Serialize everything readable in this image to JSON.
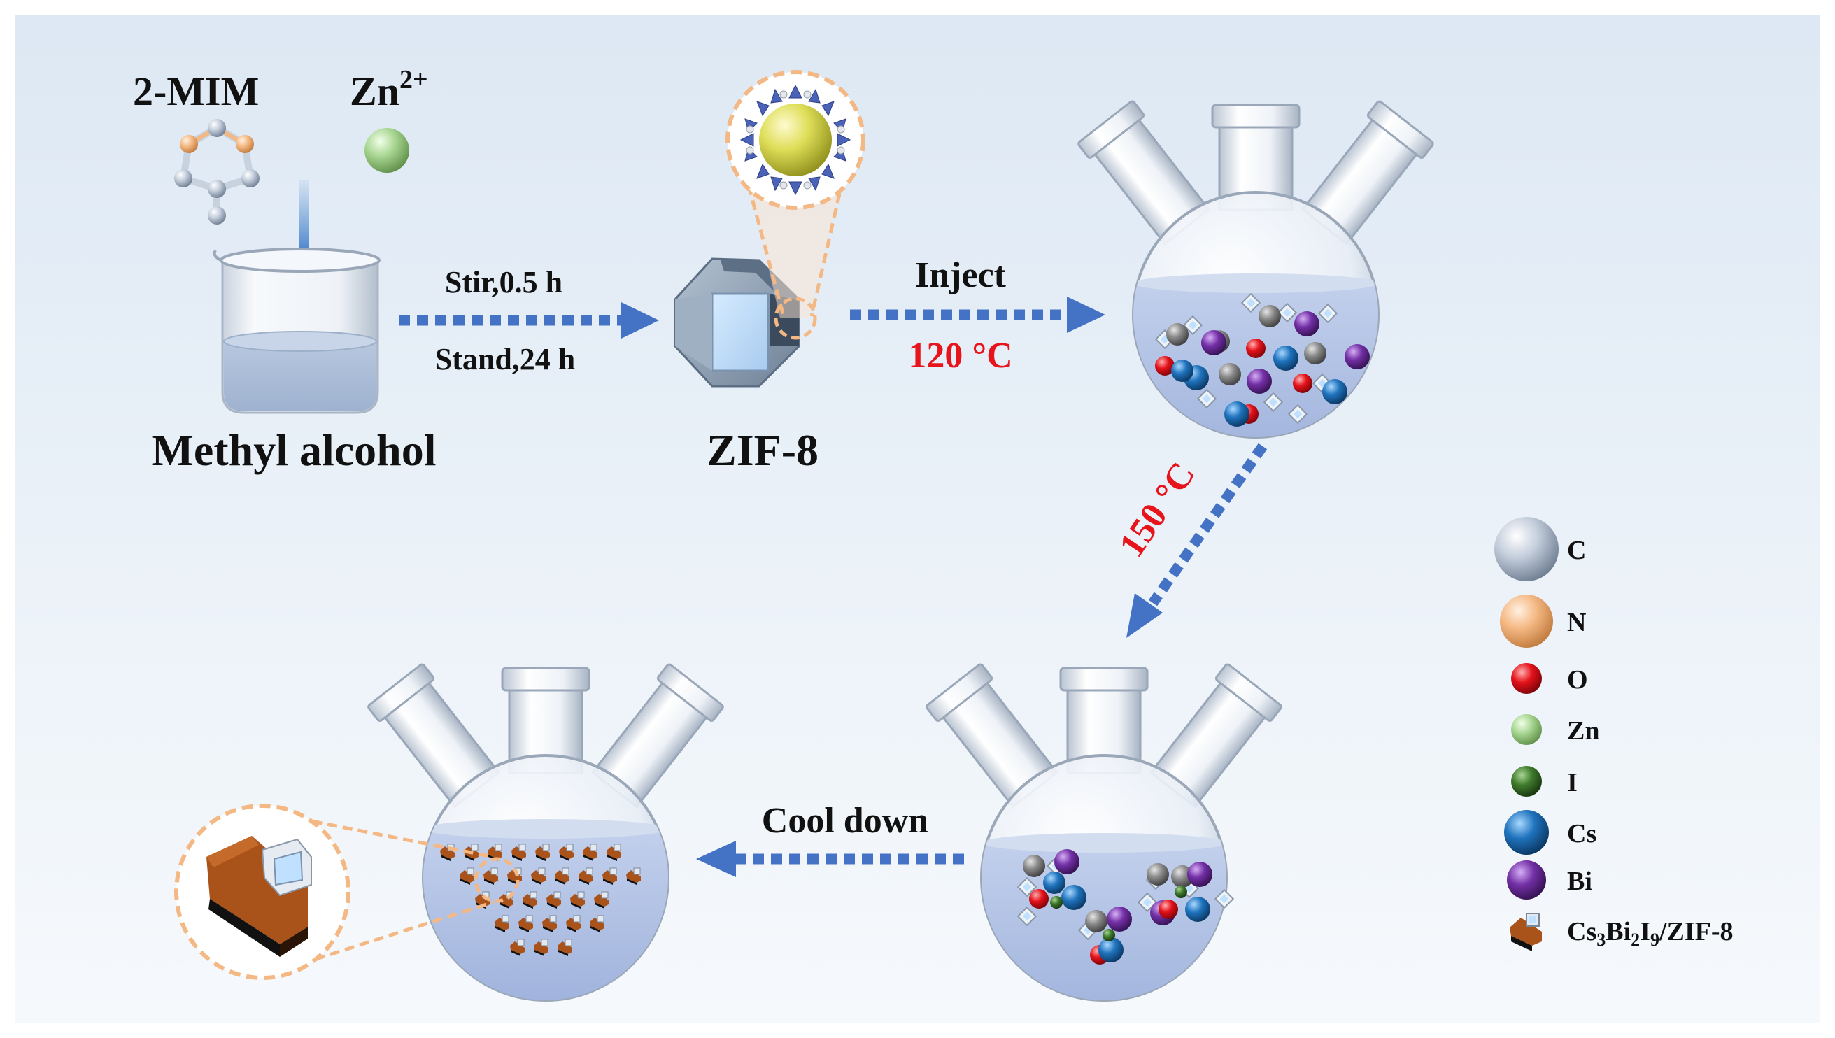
{
  "reagents": {
    "ligand_label": "2-MIM",
    "metal_label_base": "Zn",
    "metal_label_sup": "2+"
  },
  "solvent_label": "Methyl alcohol",
  "step1": {
    "top": "Stir,0.5 h",
    "bottom": "Stand,24 h"
  },
  "zif_label": "ZIF-8",
  "step2": {
    "top": "Inject",
    "bottom": "120 °C"
  },
  "step3": {
    "label": "150 °C"
  },
  "step4": {
    "label": "Cool down"
  },
  "legend": {
    "items": [
      {
        "label": "C",
        "color": "#b9c4d3"
      },
      {
        "label": "N",
        "color": "#f4b884"
      },
      {
        "label": "O",
        "color": "#e4121a"
      },
      {
        "label": "Zn",
        "color": "#a6d690"
      },
      {
        "label": "I",
        "color": "#3f7a2c"
      },
      {
        "label": "Cs",
        "color": "#1f73bd"
      },
      {
        "label": "Bi",
        "color": "#7330a6"
      }
    ],
    "composite": {
      "base": "Cs",
      "s1": "3",
      "mid1": "Bi",
      "s2": "2",
      "mid2": "I",
      "s3": "9",
      "tail": "/ZIF-8"
    }
  }
}
